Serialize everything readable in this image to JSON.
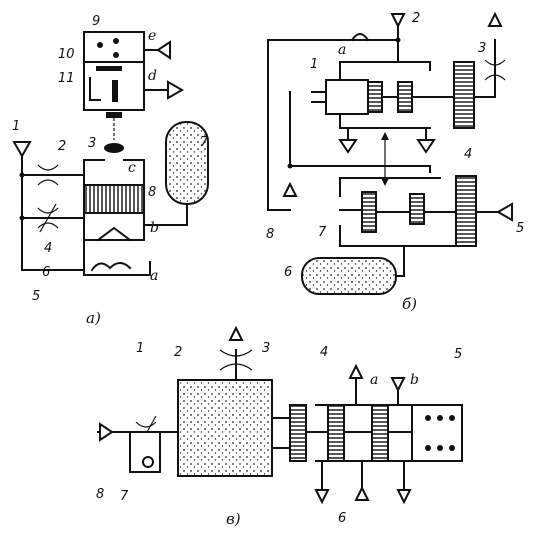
{
  "diagram_a": {
    "caption": "а)",
    "labels": {
      "n1": "1",
      "n2": "2",
      "n3": "3",
      "n4": "4",
      "n5": "5",
      "n6": "6",
      "n7": "7",
      "n8": "8",
      "n9": "9",
      "n10": "10",
      "n11": "11",
      "a": "a",
      "b": "b",
      "c": "c",
      "d": "d",
      "e": "e"
    }
  },
  "diagram_b": {
    "caption": "б)",
    "labels": {
      "n1": "1",
      "n2": "2",
      "n3": "3",
      "n4": "4",
      "n5": "5",
      "n6": "6",
      "n7": "7",
      "n8": "8",
      "a": "a"
    }
  },
  "diagram_c": {
    "caption": "в)",
    "labels": {
      "n1": "1",
      "n2": "2",
      "n3": "3",
      "n4": "4",
      "n5": "5",
      "n6": "6",
      "n7": "7",
      "n8": "8",
      "a": "a",
      "b": "b"
    }
  }
}
